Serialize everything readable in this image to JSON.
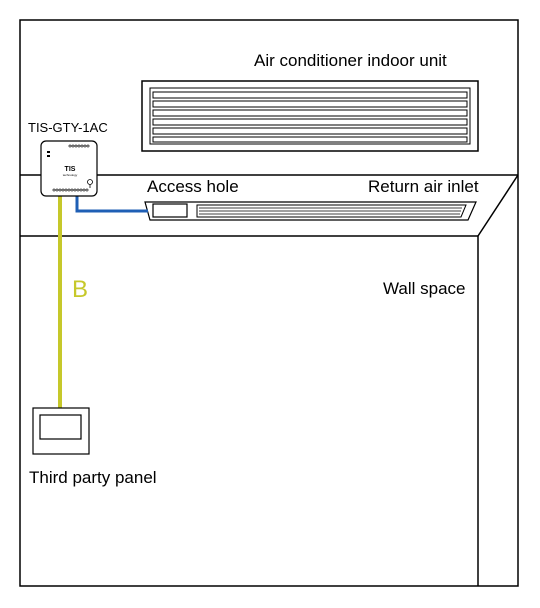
{
  "labels": {
    "indoor_unit": "Air conditioner indoor unit",
    "device": "TIS-GTY-1AC",
    "access_hole": "Access hole",
    "return_air": "Return air inlet",
    "wall_space": "Wall space",
    "cable_b": "B",
    "panel": "Third party panel"
  },
  "device_logo": {
    "brand": "TIS",
    "subtitle": "technology"
  },
  "colors": {
    "line": "#000000",
    "cable_b": "#c6c82a",
    "cable_blue": "#1f5fb5",
    "background": "#ffffff"
  }
}
